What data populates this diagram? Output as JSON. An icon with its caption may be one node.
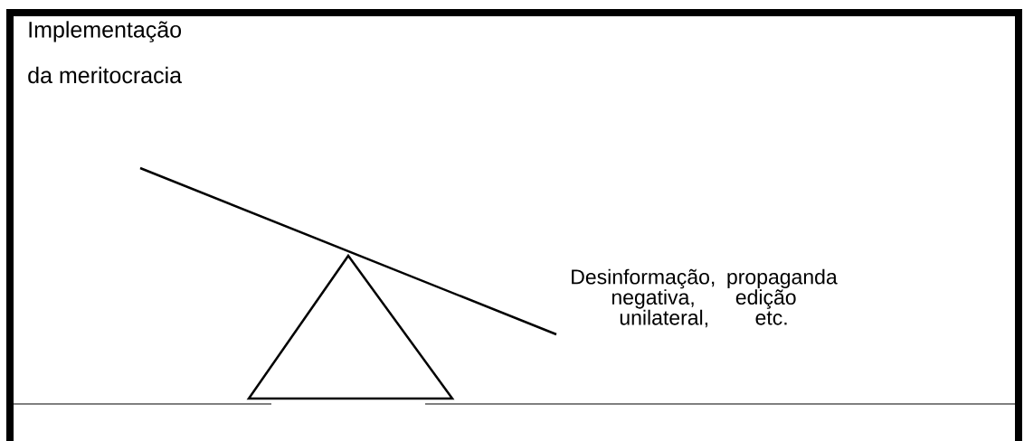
{
  "diagram": {
    "labels": [
      "Implementação",
      "da meritocracia",
      "Desinformação, propaganda negativa, edição unilateral, etc."
    ]
  }
}
